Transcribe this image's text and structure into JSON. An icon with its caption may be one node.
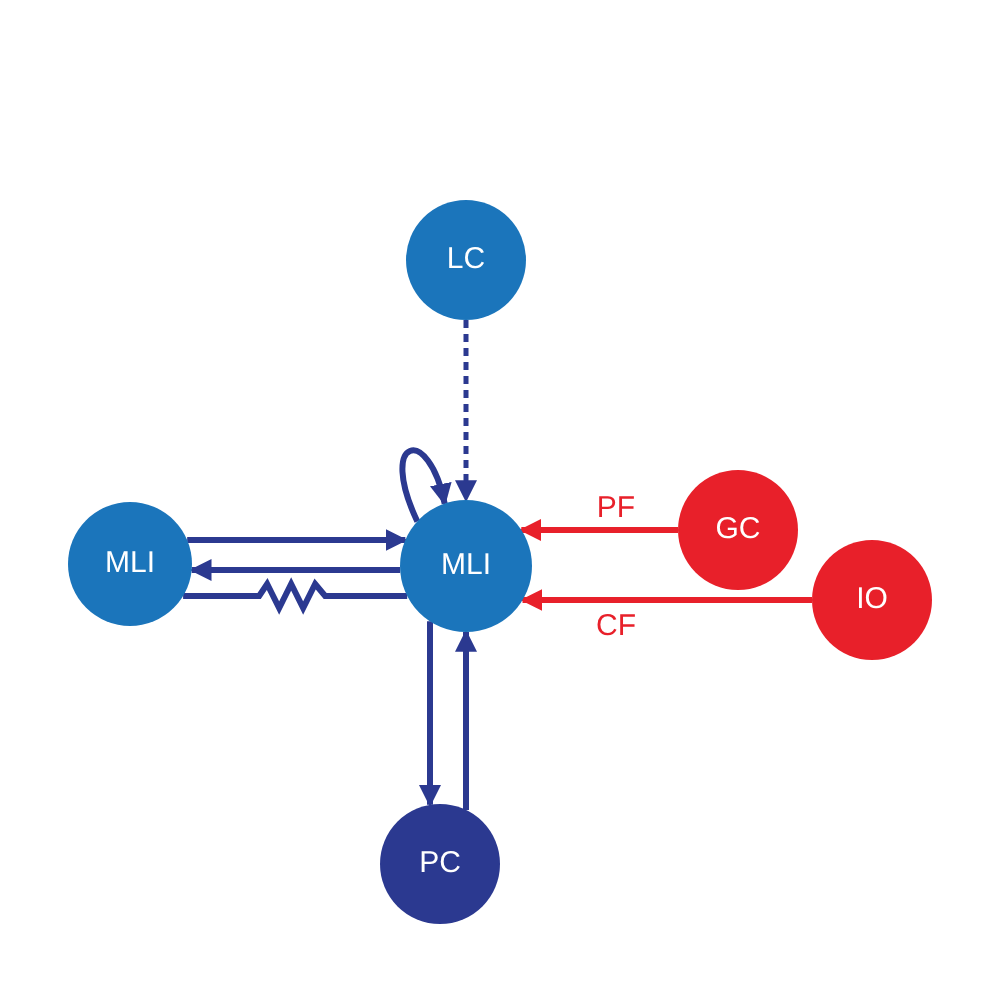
{
  "diagram": {
    "nodes": [
      {
        "text": [
          "LC"
        ]
      },
      {
        "text": [
          "MLI"
        ]
      },
      {
        "text": [
          "MLI"
        ]
      },
      {
        "text": [
          "GC"
        ]
      },
      {
        "text": [
          "IO"
        ]
      },
      {
        "text": [
          "PC"
        ]
      }
    ],
    "edges": [
      {
        "from": 0,
        "to": 2,
        "arrow": "to",
        "style": "dashed"
      },
      {
        "from": 2,
        "to": 2,
        "arrow": "to"
      },
      {
        "from": 1,
        "to": 2,
        "arrow": "to"
      },
      {
        "from": 2,
        "to": 1,
        "arrow": "to"
      },
      {
        "from": 1,
        "to": 2,
        "arrow": "none"
      },
      {
        "from": 3,
        "to": 2,
        "arrow": "to",
        "label": "PF",
        "color": "#e8202a"
      },
      {
        "from": 4,
        "to": 2,
        "arrow": "to",
        "label": "CF",
        "color": "#e8202a"
      },
      {
        "from": 2,
        "to": 5,
        "arrow": "to"
      },
      {
        "from": 5,
        "to": 2,
        "arrow": "to"
      }
    ]
  }
}
